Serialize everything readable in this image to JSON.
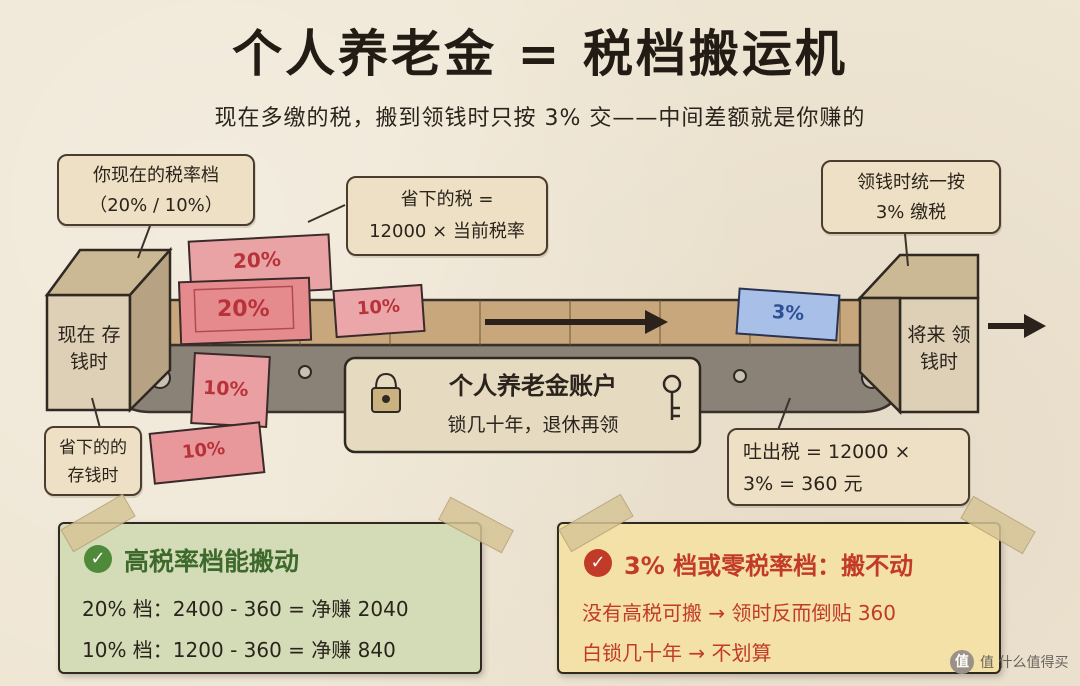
{
  "title": "个人养老金 = 税档搬运机",
  "subtitle": "现在多缴的税，搬到领钱时只按 3% 交——中间差额就是你赚的",
  "callouts": {
    "current_rate": {
      "line1": "你现在的税率档",
      "line2": "（20% / 10%）"
    },
    "saved_tax": {
      "line1": "省下的税 =",
      "line2": "12000 × 当前税率"
    },
    "retire_rate": {
      "line1": "领钱时统一按",
      "line2": "3% 缴税"
    },
    "saved_deposit": {
      "line1": "省下的的",
      "line2": "存钱时"
    },
    "output_tax": {
      "line1": "吐出税 = 12000 ×",
      "line2": "3% = 360 元"
    }
  },
  "left_box": {
    "line1": "现在",
    "line2": "存钱时"
  },
  "right_box": {
    "line1": "将来",
    "line2": "领钱时"
  },
  "account": {
    "title": "个人养老金账户",
    "subtitle": "锁几十年，退休再领"
  },
  "tickets": {
    "t20a": "20%",
    "t20b": "20%",
    "t10a": "10%",
    "t10b": "10%",
    "t10c": "10%",
    "t3": "3%"
  },
  "good_card": {
    "title": "高税率档能搬动",
    "row1": "20% 档：2400 - 360 = 净赚 2040",
    "row2": "10% 档：1200 - 360 = 净赚 840"
  },
  "bad_card": {
    "title": "3% 档或零税率档：搬不动",
    "row1": "没有高税可搬 → 领时反而倒贴 360",
    "row2": "白锁几十年 → 不划算"
  },
  "watermark": "值 什么值得买",
  "colors": {
    "good_bg": "#d3dcb7",
    "good_text": "#3d6a2c",
    "bad_bg": "#f3e1a8",
    "bad_text": "#c23a28",
    "ticket_red": "#e58b8e",
    "ticket_blue": "#8fb0df"
  }
}
